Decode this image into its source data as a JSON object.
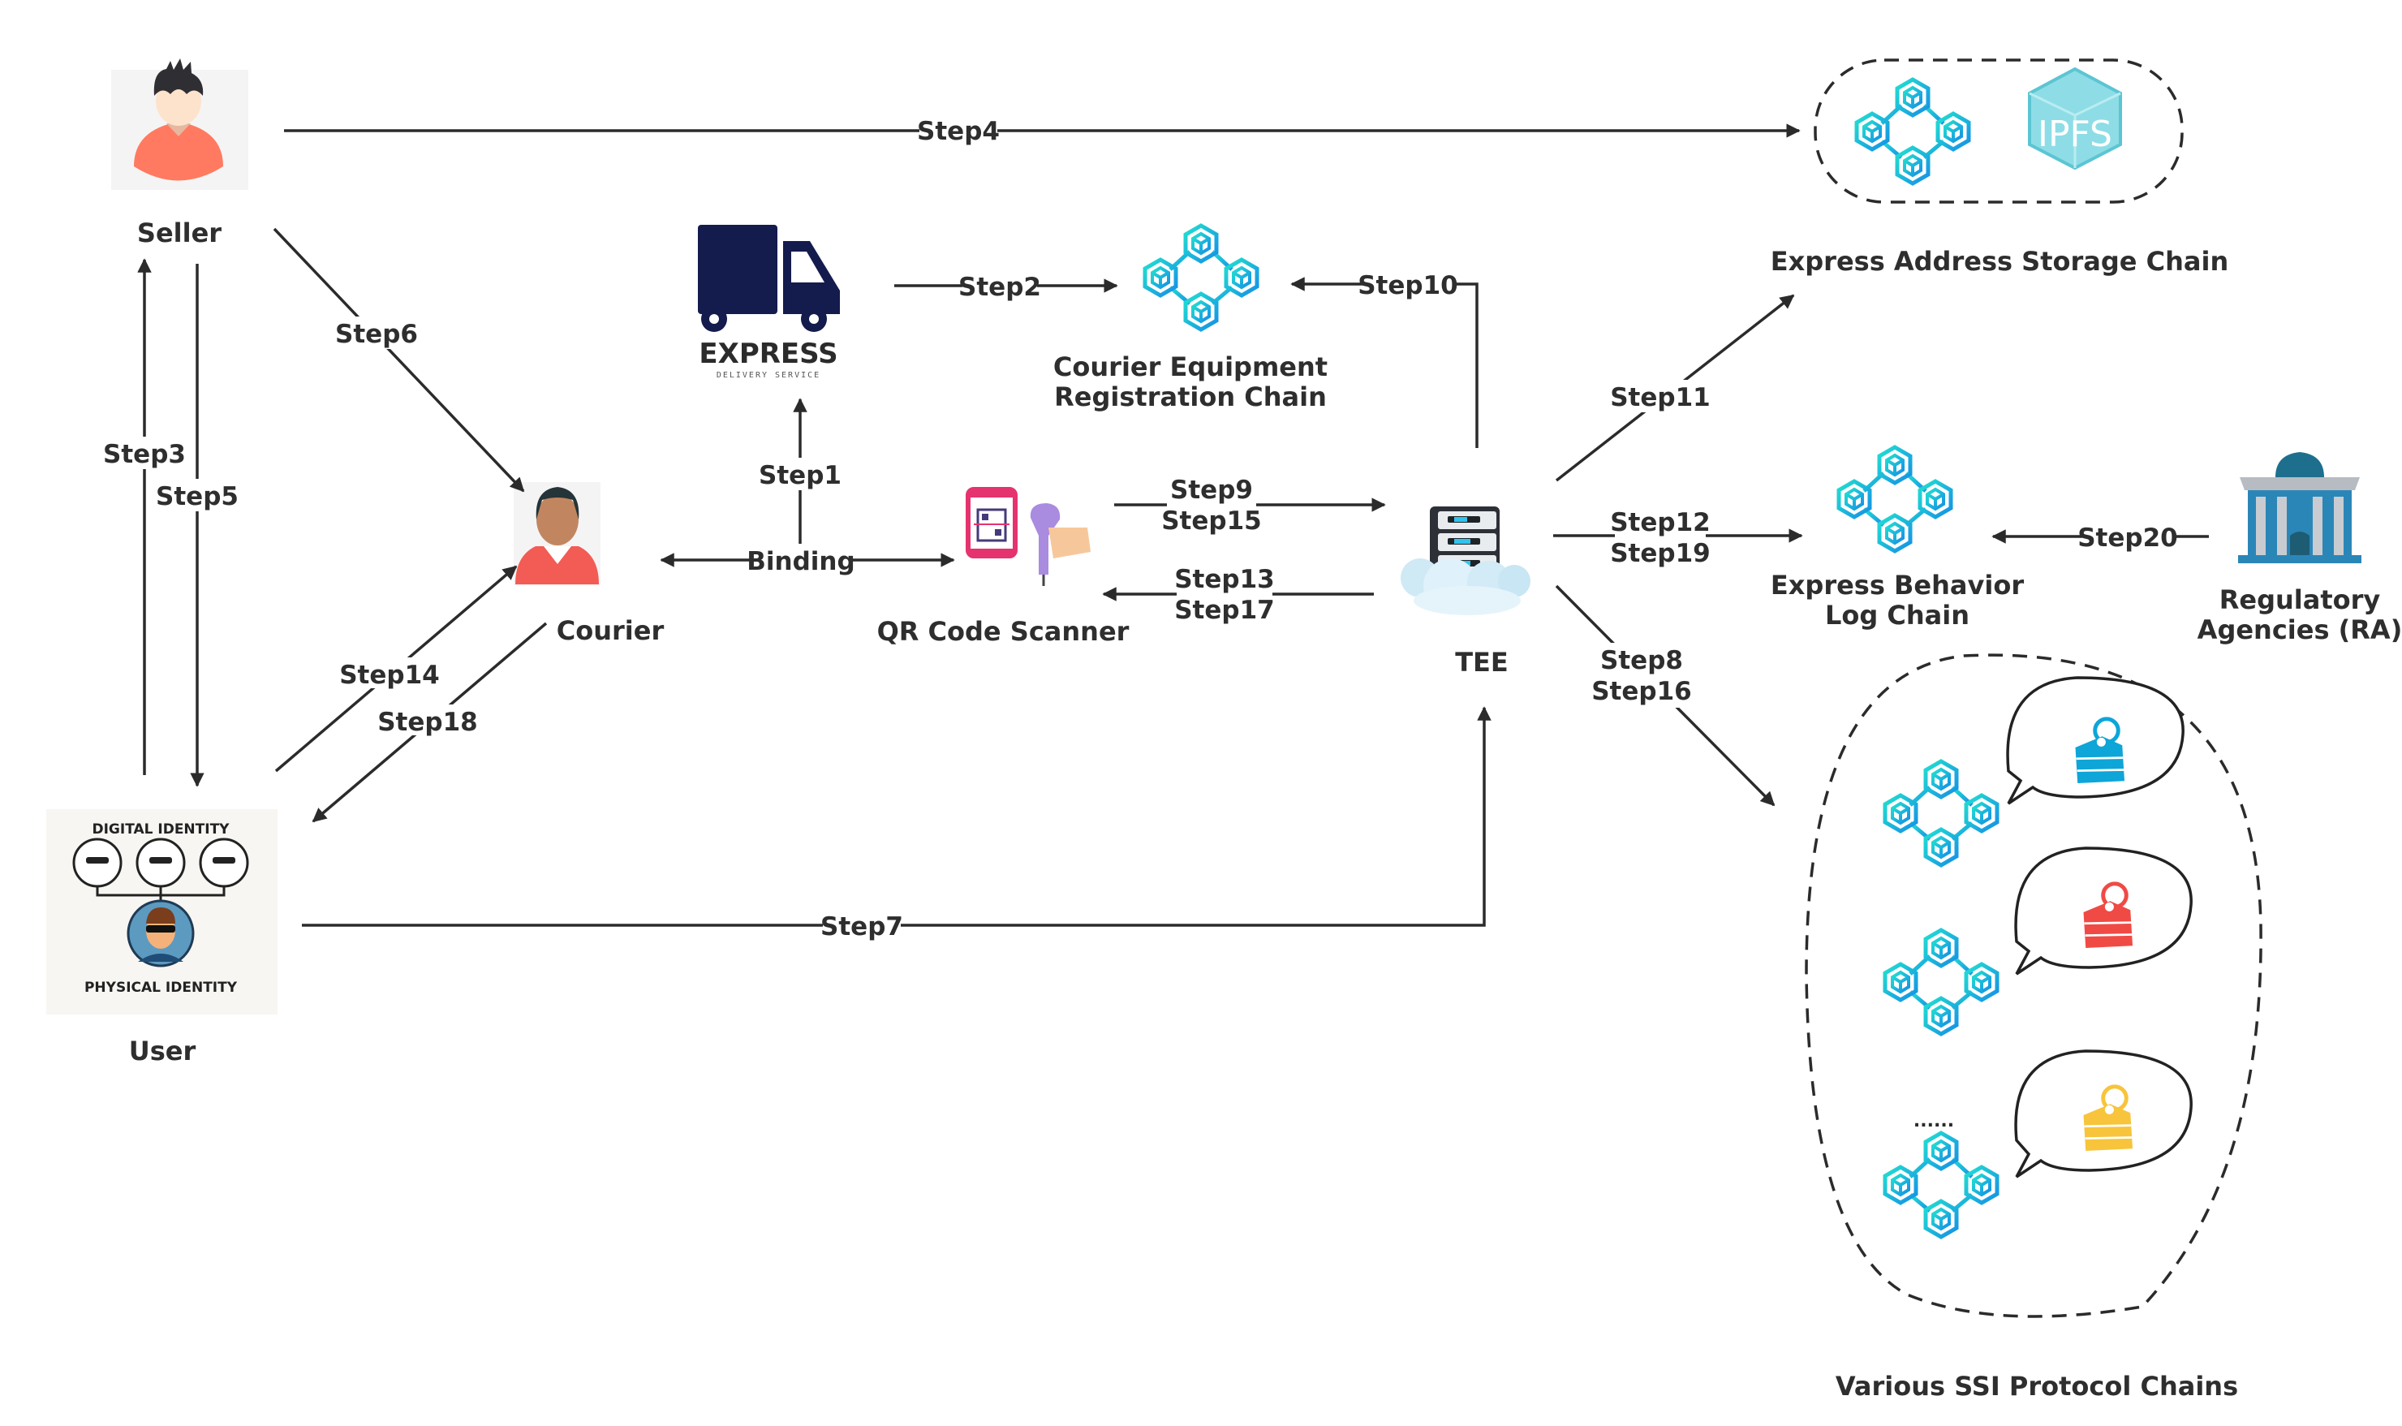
{
  "nodes": {
    "seller": {
      "label": "Seller",
      "icon": "seller-avatar-icon"
    },
    "user": {
      "label": "User",
      "digital_identity_label": "DIGITAL IDENTITY",
      "physical_identity_label": "PHYSICAL IDENTITY",
      "icon": "identity-icon"
    },
    "courier": {
      "label": "Courier",
      "icon": "courier-avatar-icon"
    },
    "express": {
      "brand": "EXPRESS",
      "subtitle": "DELIVERY SERVICE",
      "icon": "delivery-truck-icon"
    },
    "courier_chain": {
      "label_line1": "Courier Equipment",
      "label_line2": "Registration Chain",
      "icon": "blockchain-icon"
    },
    "qr_scanner": {
      "label": "QR Code Scanner",
      "icon": "qr-scanner-icon"
    },
    "tee": {
      "label": "TEE",
      "icon": "cloud-server-icon"
    },
    "address_chain": {
      "label": "Express Address Storage Chain",
      "ipfs_label": "IPFS",
      "icon": "blockchain-icon"
    },
    "log_chain": {
      "label_line1": "Express Behavior",
      "label_line2": "Log Chain",
      "icon": "blockchain-icon"
    },
    "regulator": {
      "label_line1": "Regulatory",
      "label_line2": "Agencies (RA)",
      "icon": "government-building-icon"
    },
    "ssi_chains": {
      "label": "Various SSI Protocol Chains",
      "ellipsis": "......",
      "tag_colors": [
        "#0ea5d8",
        "#f04a45",
        "#f7c43b"
      ]
    }
  },
  "edges": {
    "step1": "Step1",
    "step2": "Step2",
    "step3": "Step3",
    "step4": "Step4",
    "step5": "Step5",
    "step6": "Step6",
    "step7": "Step7",
    "step8": "Step8",
    "step16": "Step16",
    "step9": "Step9",
    "step15": "Step15",
    "step10": "Step10",
    "step11": "Step11",
    "step12": "Step12",
    "step19": "Step19",
    "step13": "Step13",
    "step17": "Step17",
    "step14": "Step14",
    "step18": "Step18",
    "step20": "Step20",
    "binding": "Binding"
  },
  "colors": {
    "chain_cyan": "#1fd3d3",
    "chain_blue": "#1aa3e8",
    "truck_navy": "#141b4d",
    "seller_shirt": "#ff7a60",
    "courier_shirt": "#f25c54",
    "building_blue": "#2b86b8",
    "ipfs_teal": "#6cd0dc"
  }
}
